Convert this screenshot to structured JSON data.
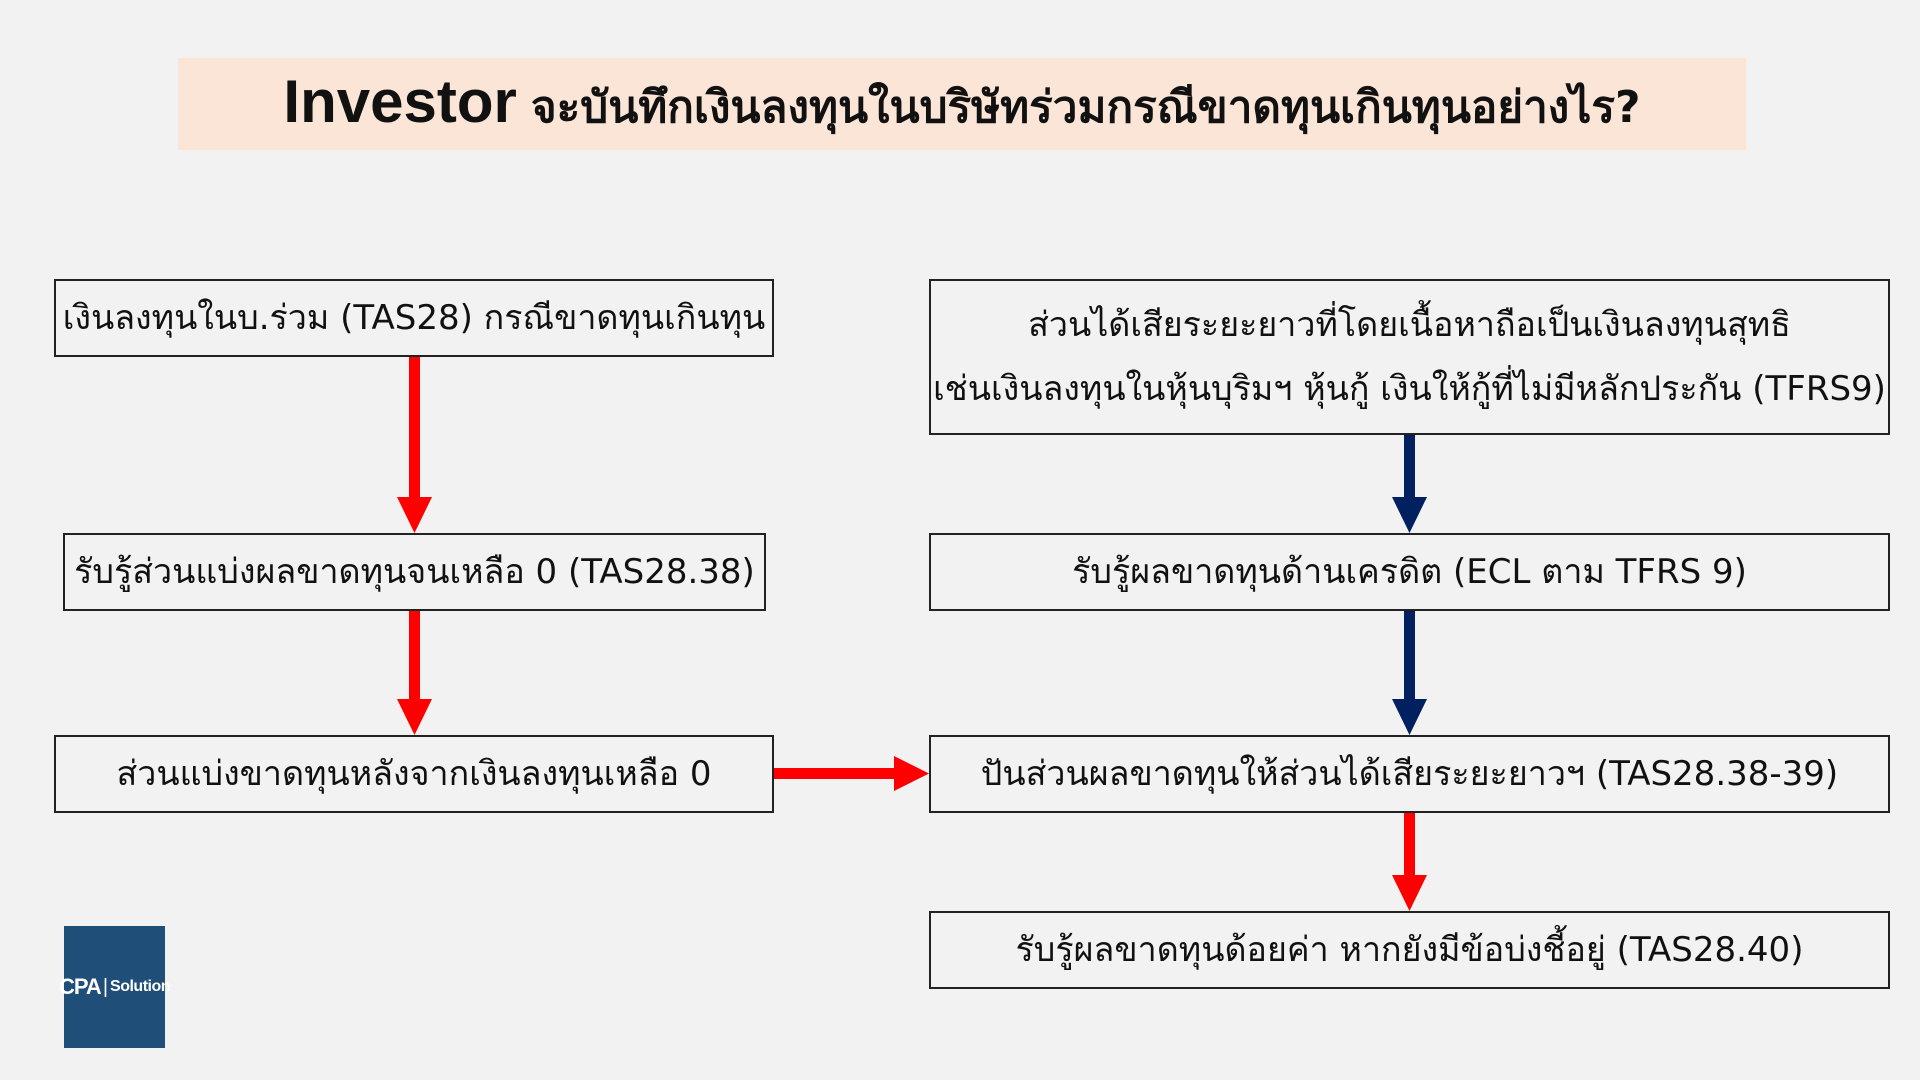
{
  "title": {
    "lead": "Investor",
    "rest": "จะบันทึกเงินลงทุนในบริษัทร่วมกรณีขาดทุนเกินทุนอย่างไร?"
  },
  "left_boxes": [
    {
      "text": "เงินลงทุนในบ.ร่วม (TAS28) กรณีขาดทุนเกินทุน"
    },
    {
      "text": "รับรู้ส่วนแบ่งผลขาดทุนจนเหลือ 0 (TAS28.38)"
    },
    {
      "text": "ส่วนแบ่งขาดทุนหลังจากเงินลงทุนเหลือ 0"
    }
  ],
  "right_boxes": [
    {
      "line1": "ส่วนได้เสียระยะยาวที่โดยเนื้อหาถือเป็นเงินลงทุนสุทธิ",
      "line2": "เช่นเงินลงทุนในหุ้นบุริมฯ หุ้นกู้ เงินให้กู้ที่ไม่มีหลักประกัน (TFRS9)"
    },
    {
      "text": "รับรู้ผลขาดทุนด้านเครดิต (ECL ตาม TFRS 9)"
    },
    {
      "text": "ปันส่วนผลขาดทุนให้ส่วนได้เสียระยะยาวฯ (TAS28.38-39)"
    },
    {
      "text": "รับรู้ผลขาดทุนด้อยค่า หากยังมีข้อบ่งชี้อยู่ (TAS28.40)"
    }
  ],
  "logo": {
    "brand": "CPA",
    "separator": "|",
    "sub": "Solution"
  },
  "colors": {
    "red_arrow": "#ff0000",
    "navy_arrow": "#002060",
    "title_bg": "#fbe5d6",
    "logo_bg": "#1f4e79"
  }
}
